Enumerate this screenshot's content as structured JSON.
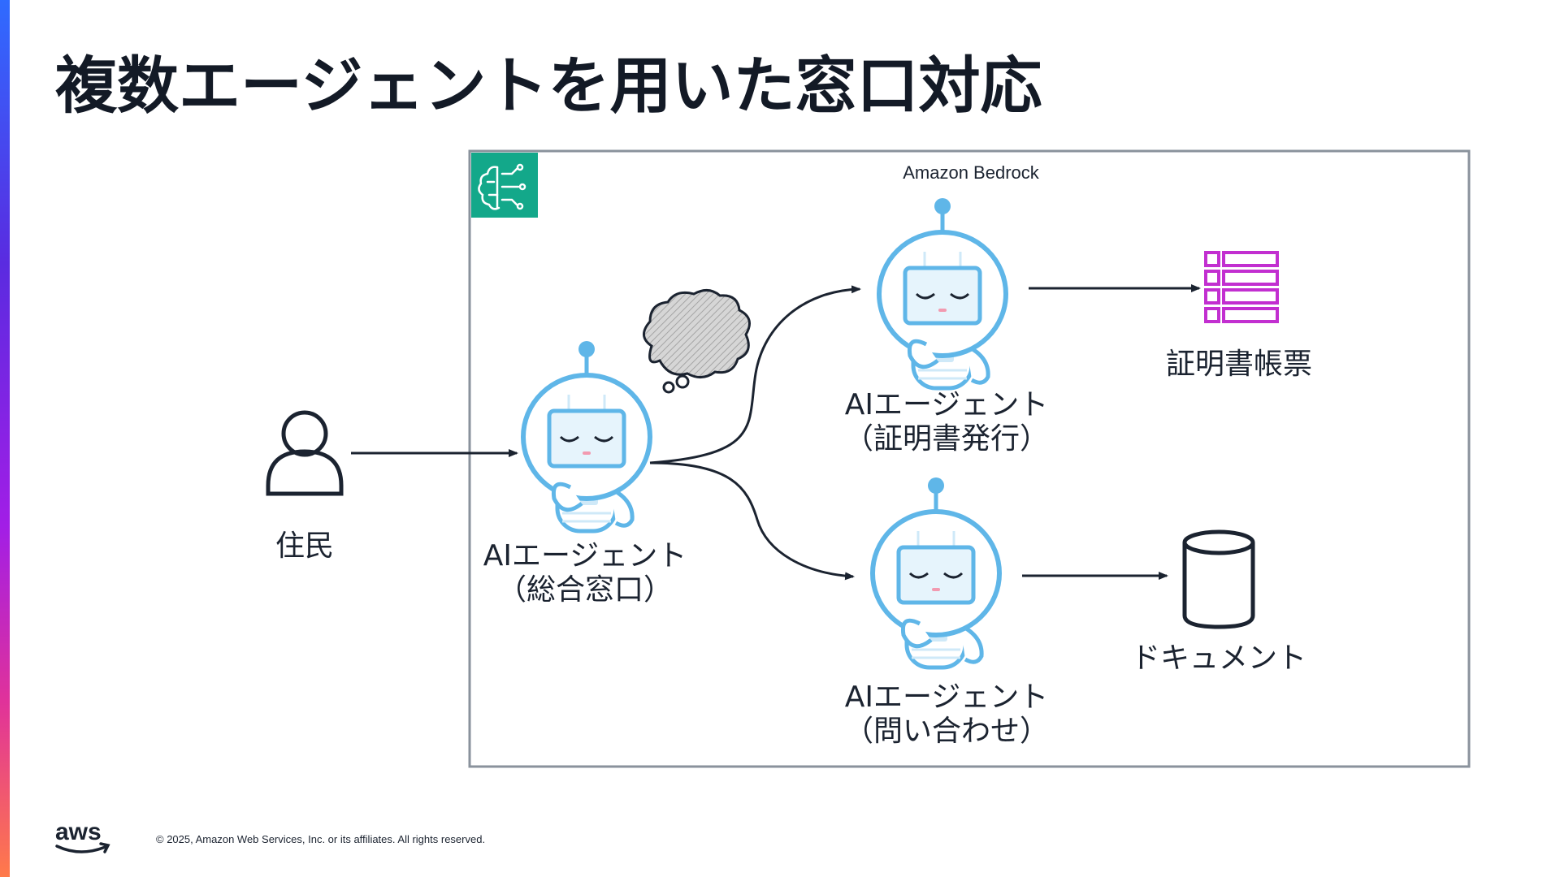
{
  "slide": {
    "title": "複数エージェントを用いた窓口対応"
  },
  "diagram": {
    "container_label": "Amazon Bedrock",
    "resident_label": "住民",
    "agents": [
      {
        "line1": "AIエージェント",
        "line2": "（総合窓口）"
      },
      {
        "line1": "AIエージェント",
        "line2": "（証明書発行）"
      },
      {
        "line1": "AIエージェント",
        "line2": "（問い合わせ）"
      }
    ],
    "certificate_label": "証明書帳票",
    "document_label": "ドキュメント"
  },
  "footer": {
    "copyright": "© 2025, Amazon Web Services, Inc. or its affiliates. All rights reserved.",
    "logo_text": "aws"
  },
  "colors": {
    "bedrock_badge": "#13a88a",
    "robot_outline": "#5fb6e8",
    "table_icon": "#c22fd0",
    "border": "#8a929c"
  }
}
